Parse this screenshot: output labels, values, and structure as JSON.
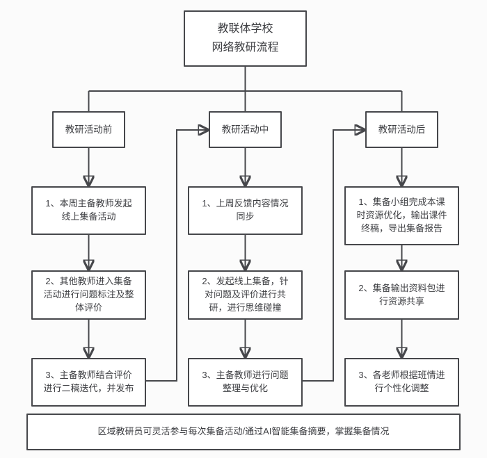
{
  "colors": {
    "line": "#46474b",
    "box_border": "#46474b",
    "box_background": "#ffffff",
    "canvas_background": "#fbfbfb",
    "text": "#3d3e42"
  },
  "diagram": {
    "title": "教联体学校\n网络教研流程",
    "columns": [
      {
        "header": "教研活动前",
        "steps": [
          "1、本周主备教师发起\n线上集备活动",
          "2、其他教师进入集备\n活动进行问题标注及整\n体评价",
          "3、主备教师结合评价\n进行二稿迭代，并发布"
        ]
      },
      {
        "header": "教研活动中",
        "steps": [
          "1、上周反馈内容情况\n同步",
          "2、发起线上集备，针\n对问题及评价进行共\n研，进行思维碰撞",
          "3、主备教师进行问题\n整理与优化"
        ]
      },
      {
        "header": "教研活动后",
        "steps": [
          "1、集备小组完成本课\n时资源优化，输出课件\n终稿，导出集备报告",
          "2、集备输出资料包进\n行资源共享",
          "3、各老师根据班情进\n行个性化调整"
        ]
      }
    ],
    "footer": "区域教研员可灵活参与每次集备活动/通过AI智能集备摘要，掌握集备情况"
  }
}
